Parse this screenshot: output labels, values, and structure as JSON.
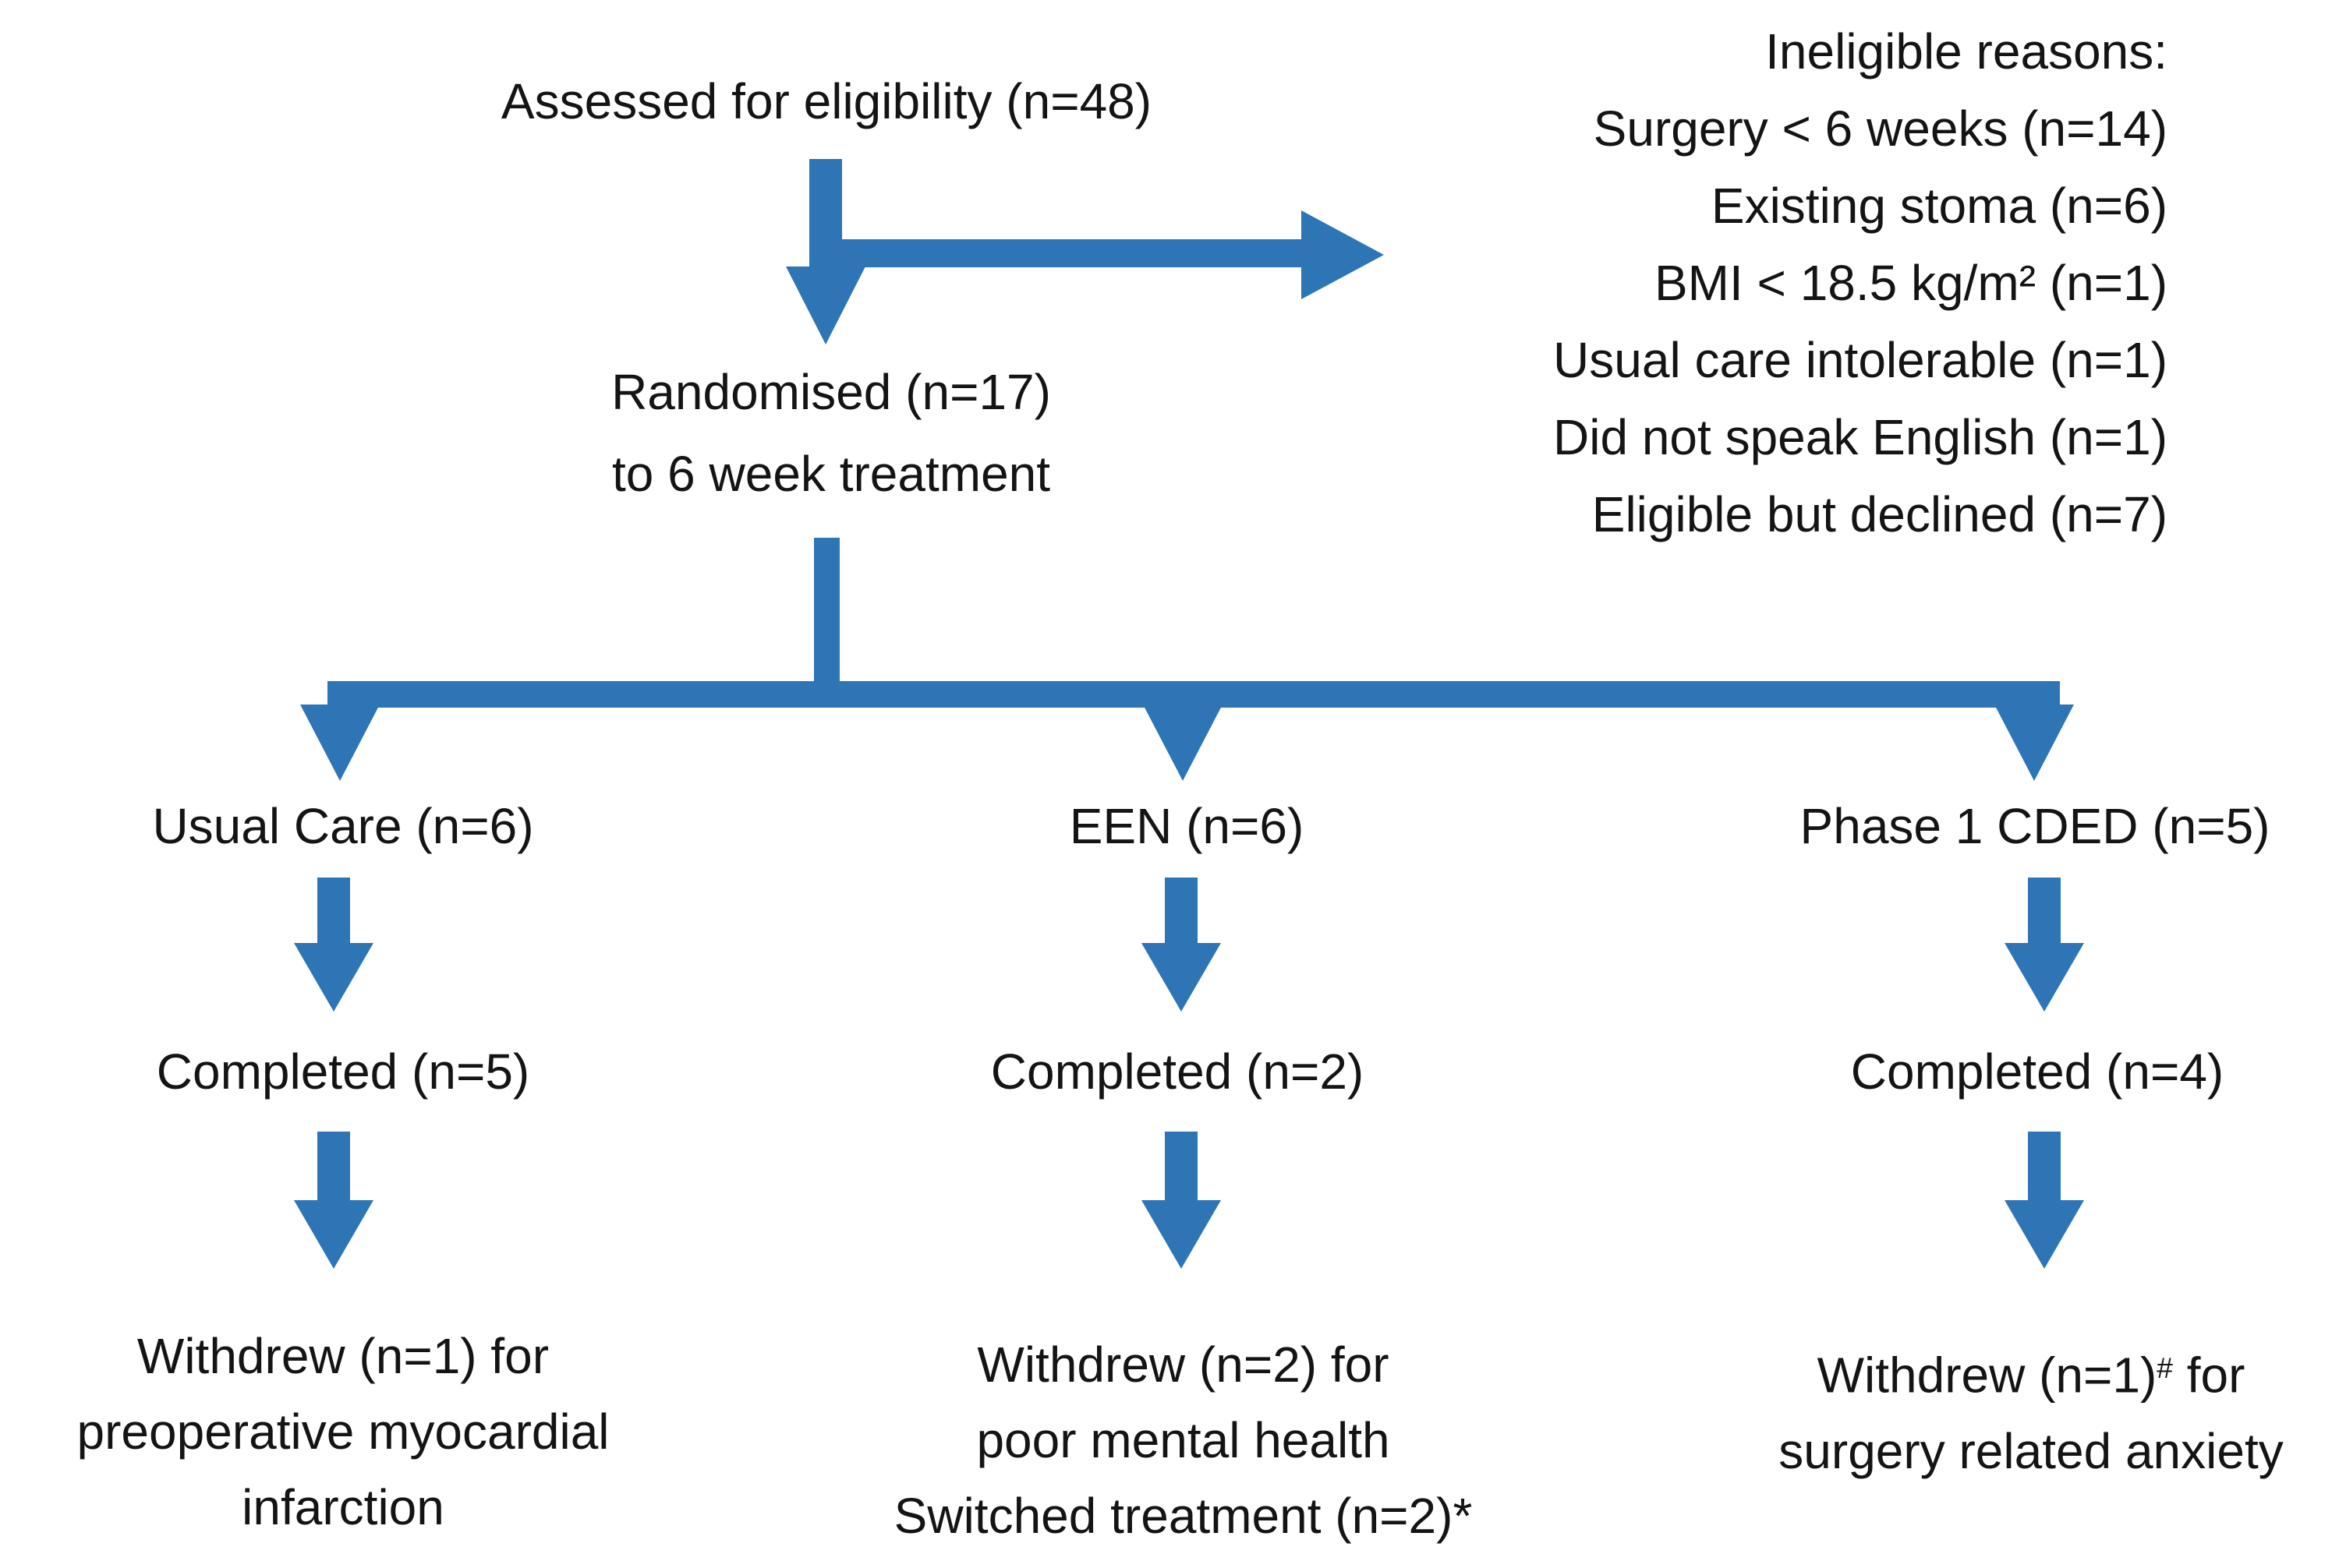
{
  "colors": {
    "arrow": "#2E75B6",
    "text": "#141414",
    "background": "#FFFFFF"
  },
  "flow": {
    "assessed_label": "Assessed for eligibility (n=48)",
    "ineligible": {
      "title": "Ineligible reasons:",
      "items": [
        "Surgery < 6 weeks (n=14)",
        "Existing stoma (n=6)",
        "BMI < 18.5 kg/m² (n=1)",
        "Usual care intolerable (n=1)",
        "Did not speak English (n=1)",
        "Eligible but declined (n=7)"
      ]
    },
    "randomised": {
      "line1": "Randomised (n=17)",
      "line2": "to 6 week treatment"
    },
    "arms": [
      {
        "label": "Usual Care (n=6)",
        "completed": "Completed (n=5)",
        "withdrew": [
          "Withdrew (n=1) for",
          "preoperative myocardial",
          "infarction"
        ]
      },
      {
        "label": "EEN (n=6)",
        "completed": "Completed (n=2)",
        "withdrew": [
          "Withdrew (n=2) for",
          "poor mental health",
          "Switched treatment (n=2)*"
        ]
      },
      {
        "label": "Phase 1 CDED (n=5)",
        "completed": "Completed (n=4)",
        "withdrew_rich": {
          "before": "Withdrew (n=1)",
          "sup": "#",
          "after": " for"
        },
        "withdrew_line2": "surgery related anxiety"
      }
    ]
  }
}
